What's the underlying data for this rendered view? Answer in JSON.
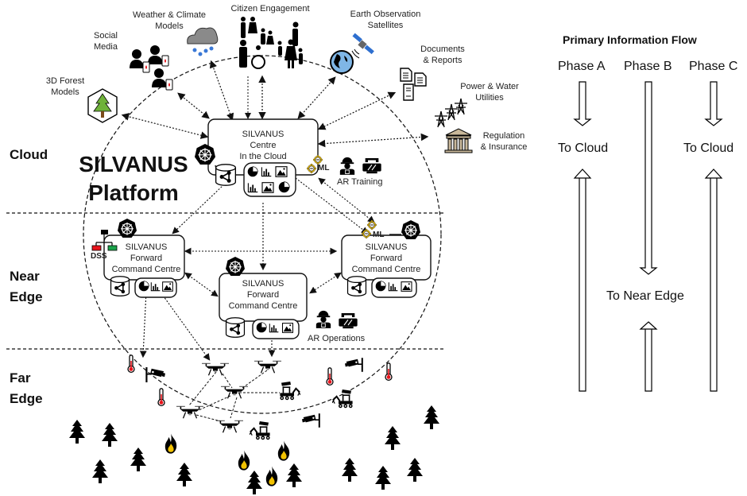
{
  "layers": {
    "cloud": "Cloud",
    "near_edge": [
      "Near",
      "Edge"
    ],
    "far_edge": [
      "Far",
      "Edge"
    ]
  },
  "platform": {
    "line1": "SILVANUS",
    "line2": "Platform"
  },
  "external_sources": [
    {
      "id": "3d-forest-models",
      "label": [
        "3D Forest",
        "Models"
      ],
      "icon": "forest-cube-icon"
    },
    {
      "id": "social-media",
      "label": [
        "Social",
        "Media"
      ],
      "icon": "social-users-icon"
    },
    {
      "id": "weather-climate",
      "label": [
        "Weather & Climate",
        "Models"
      ],
      "icon": "rain-cloud-icon"
    },
    {
      "id": "citizen-engagement",
      "label": [
        "Citizen Engagement"
      ],
      "icon": "citizens-icon"
    },
    {
      "id": "earth-observation",
      "label": [
        "Earth Observation",
        "Satellites"
      ],
      "icon": "satellite-globe-icon"
    },
    {
      "id": "documents-reports",
      "label": [
        "Documents",
        "& Reports"
      ],
      "icon": "documents-icon"
    },
    {
      "id": "power-water",
      "label": [
        "Power & Water",
        "Utilities"
      ],
      "icon": "power-pylon-icon"
    },
    {
      "id": "regulation-insurance",
      "label": [
        "Regulation",
        "& Insurance"
      ],
      "icon": "institution-icon"
    }
  ],
  "centres": {
    "cloud": [
      "SILVANUS",
      "Centre",
      "In the Cloud"
    ],
    "fcc_left": [
      "SILVANUS",
      "Forward",
      "Command Centre"
    ],
    "fcc_middle": [
      "SILVANUS",
      "Forward",
      "Command Centre"
    ],
    "fcc_right": [
      "SILVANUS",
      "Forward",
      "Command Centre"
    ]
  },
  "tags": {
    "ml": "ML",
    "dss": "DSS",
    "ar_training": "AR Training",
    "ar_operations": "AR Operations"
  },
  "flow": {
    "title": "Primary Information Flow",
    "phases": [
      "Phase A",
      "Phase B",
      "Phase C"
    ],
    "targets": {
      "phase_a": "To Cloud",
      "phase_b": "To Near Edge",
      "phase_c": "To Cloud"
    }
  },
  "colors": {
    "gear": "#f2c200",
    "thermo": "#e8141c",
    "flame": "#f2c200",
    "tree_green": "#6fb23a",
    "dss_red": "#e8141c",
    "dss_green": "#1aa34a",
    "globe": "#7fb6e6",
    "satellite": "#2e6fcf",
    "rain": "#3a78d6",
    "cloud_gray": "#8a8a8a",
    "institution": "#c9b89a"
  }
}
